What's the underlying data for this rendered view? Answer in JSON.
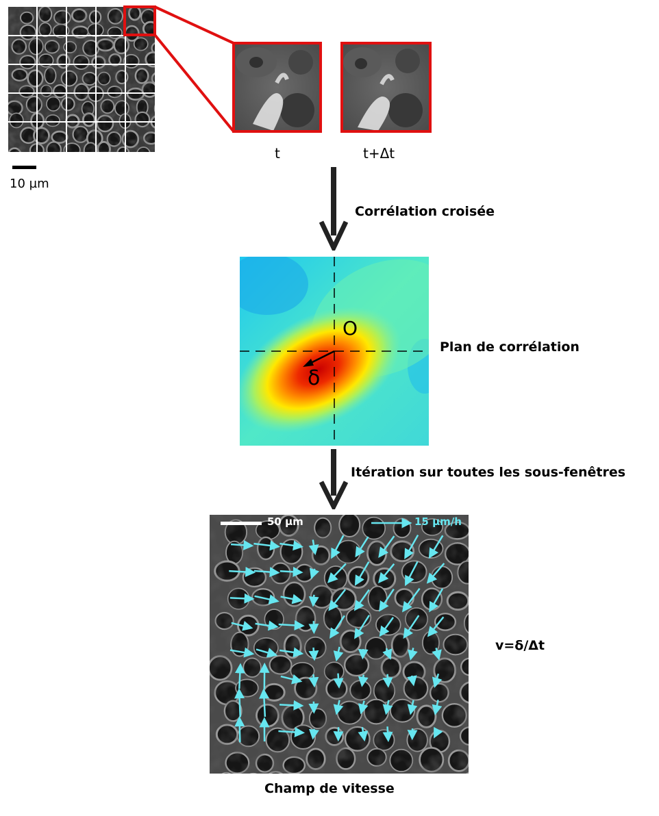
{
  "scale_bar_small": "10 µm",
  "crops": {
    "t_label": "t",
    "t_dt_label": "t+Δt"
  },
  "steps": {
    "cross_correlation": "Corrélation croisée",
    "correlation_plane": "Plan de corrélation",
    "iteration": "Itération sur toutes les sous-fenêtres",
    "velocity_field": "Champ de vitesse"
  },
  "correlation_map": {
    "origin_label": "O",
    "displacement_label": "δ"
  },
  "velocity": {
    "scale_bar": "50 µm",
    "arrow_scale": "15 µm/h",
    "formula": "v=δ/Δt"
  },
  "colors": {
    "highlight_red": "#e01010",
    "arrow_cyan": "#66e6f0"
  }
}
